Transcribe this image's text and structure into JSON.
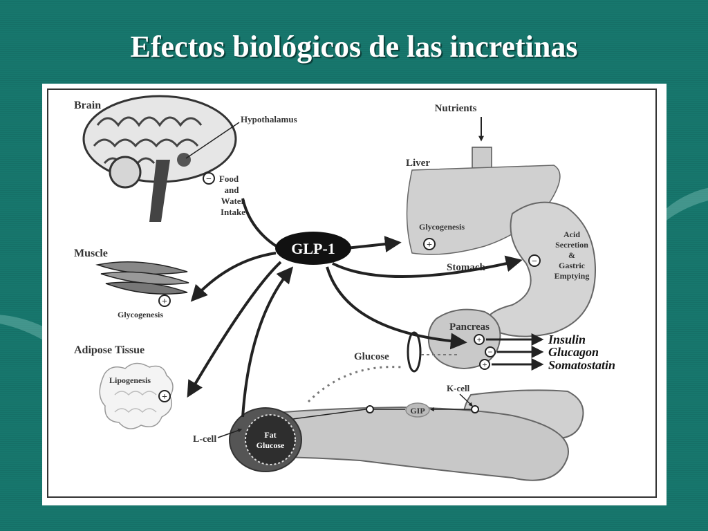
{
  "slide": {
    "title": "Efectos biológicos de las incretinas",
    "background_color": "#17776d"
  },
  "diagram": {
    "hub": "GLP-1",
    "labels": {
      "brain": "Brain",
      "hypothalamus": "Hypothalamus",
      "food": "Food",
      "and": "and",
      "water": "Water",
      "intake": "Intake",
      "muscle": "Muscle",
      "muscle_glycogenesis": "Glycogenesis",
      "adipose": "Adipose Tissue",
      "lipogenesis": "Lipogenesis",
      "nutrients": "Nutrients",
      "liver": "Liver",
      "liver_glycogenesis": "Glycogenesis",
      "acid": "Acid",
      "secretion": "Secretion",
      "amp": "&",
      "gastric": "Gastric",
      "emptying": "Emptying",
      "stomach": "Stomach",
      "pancreas": "Pancreas",
      "insulin": "Insulin",
      "glucagon": "Glucagon",
      "somatostatin": "Somatostatin",
      "glucose": "Glucose",
      "kcell": "K-cell",
      "gip": "GIP",
      "lcell": "L-cell",
      "fat": "Fat",
      "lumen_glucose": "Glucose"
    },
    "signs": {
      "plus": "+",
      "minus": "−"
    }
  }
}
